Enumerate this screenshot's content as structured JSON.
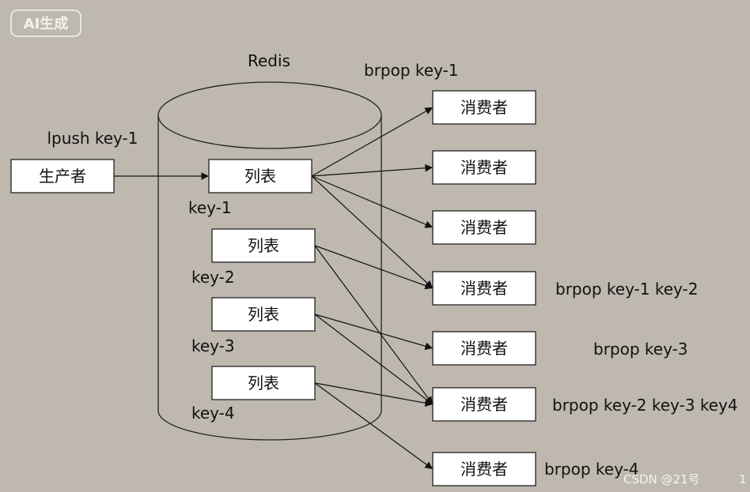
{
  "badge": {
    "label": "AI生成"
  },
  "redis": {
    "label": "Redis"
  },
  "producer": {
    "label": "生产者",
    "command": "lpush key-1"
  },
  "lists": [
    {
      "label": "列表",
      "key": "key-1"
    },
    {
      "label": "列表",
      "key": "key-2"
    },
    {
      "label": "列表",
      "key": "key-3"
    },
    {
      "label": "列表",
      "key": "key-4"
    }
  ],
  "consumers": [
    {
      "label": "消费者",
      "command": "brpop key-1"
    },
    {
      "label": "消费者",
      "command": ""
    },
    {
      "label": "消费者",
      "command": ""
    },
    {
      "label": "消费者",
      "command": "brpop key-1 key-2"
    },
    {
      "label": "消费者",
      "command": "brpop key-3"
    },
    {
      "label": "消费者",
      "command": "brpop key-2 key-3 key4"
    },
    {
      "label": "消费者",
      "command": "brpop key-4"
    }
  ],
  "edges": [
    {
      "from": "producer",
      "to": "list-0"
    },
    {
      "from": "list-0",
      "to": "consumer-0"
    },
    {
      "from": "list-0",
      "to": "consumer-1"
    },
    {
      "from": "list-0",
      "to": "consumer-2"
    },
    {
      "from": "list-0",
      "to": "consumer-3"
    },
    {
      "from": "list-1",
      "to": "consumer-3"
    },
    {
      "from": "list-1",
      "to": "consumer-5"
    },
    {
      "from": "list-2",
      "to": "consumer-4"
    },
    {
      "from": "list-2",
      "to": "consumer-5"
    },
    {
      "from": "list-3",
      "to": "consumer-5"
    },
    {
      "from": "list-3",
      "to": "consumer-6"
    }
  ],
  "watermark": {
    "text": "CSDN @21号",
    "page": "1"
  },
  "colors": {
    "background": "#bfb8af",
    "box_fill": "#ffffff",
    "line": "#111111"
  }
}
